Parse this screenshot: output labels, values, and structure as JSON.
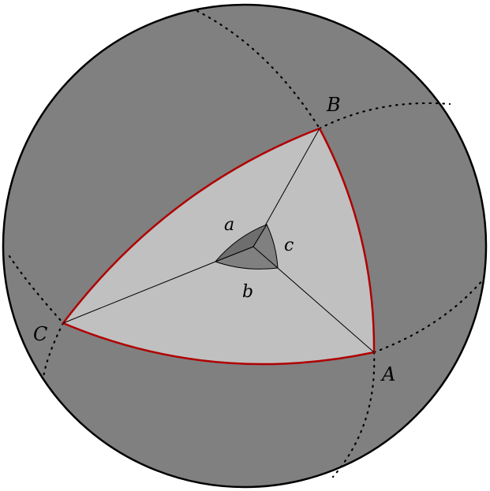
{
  "labels": {
    "vertex_a": "A",
    "vertex_b": "B",
    "vertex_c": "C",
    "angle_a": "a",
    "angle_b": "b",
    "angle_c": "c"
  },
  "colors": {
    "sphere_fill": "#808080",
    "triangle_fill": "#c0c0c0",
    "triangle_edge": "#b00000",
    "center_wedge": "#808080",
    "lines": "#000000",
    "background": "#ffffff"
  }
}
